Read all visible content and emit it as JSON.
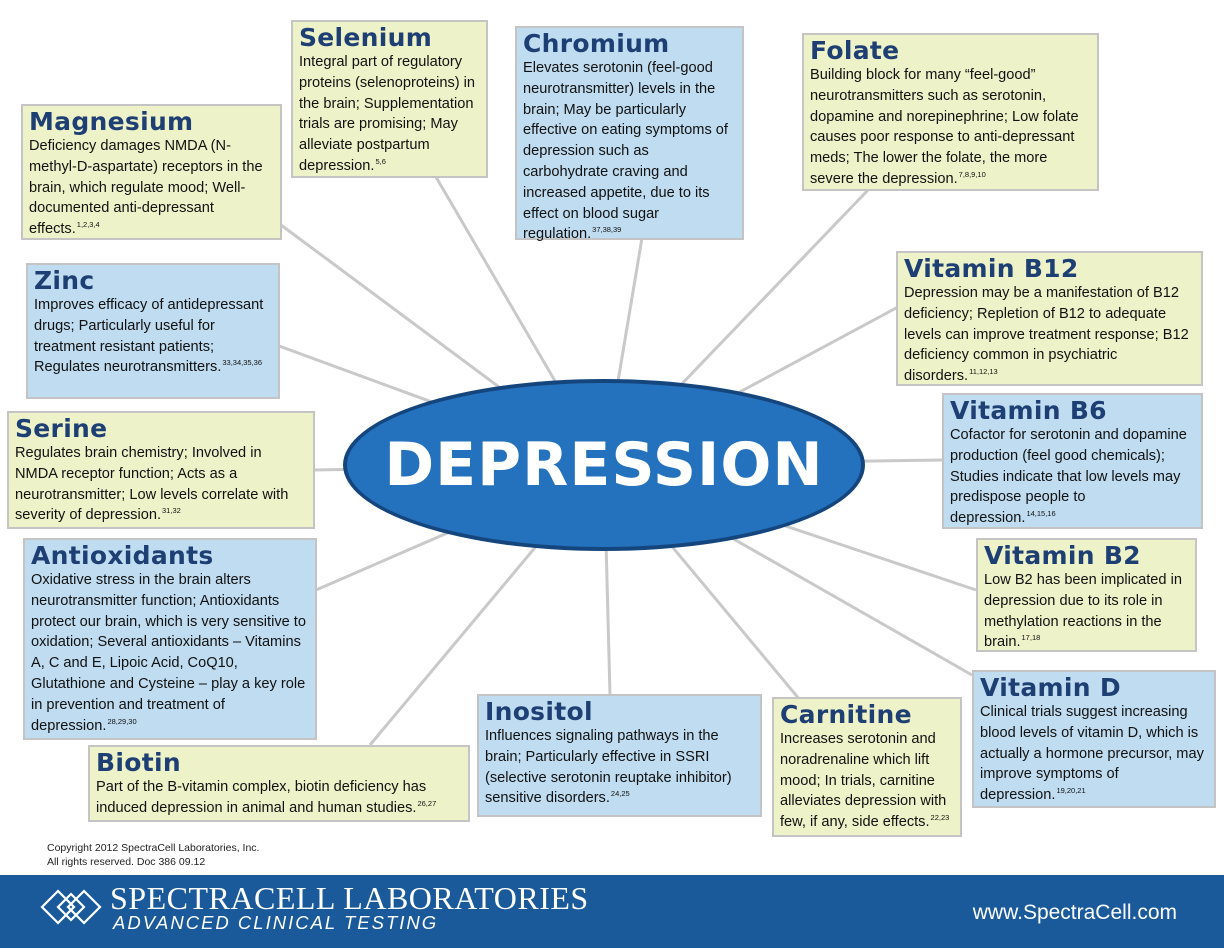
{
  "center": {
    "title": "DEPRESSION"
  },
  "nutrients": {
    "magnesium": {
      "title": "Magnesium",
      "text": "Deficiency damages NMDA (N-methyl-D-aspartate) receptors in the brain, which regulate mood; Well-documented anti-depressant effects.",
      "refs": "1,2,3,4"
    },
    "selenium": {
      "title": "Selenium",
      "text": "Integral part of regulatory proteins (selenoproteins) in the brain; Supplementation trials are promising; May alleviate postpartum depression.",
      "refs": "5,6"
    },
    "chromium": {
      "title": "Chromium",
      "text": "Elevates serotonin (feel-good neurotransmitter) levels in the brain; May be particularly effective on eating symptoms of depression such as carbohydrate craving and increased appetite, due to its effect on blood sugar regulation.",
      "refs": "37,38,39"
    },
    "folate": {
      "title": "Folate",
      "text": "Building block for many “feel-good” neurotransmitters such as serotonin, dopamine and norepinephrine; Low folate causes poor response to anti-depressant meds; The lower the folate, the more severe the depression.",
      "refs": "7,8,9,10"
    },
    "zinc": {
      "title": "Zinc",
      "text": "Improves efficacy of antidepressant drugs; Particularly useful for treatment resistant patients; Regulates neurotransmitters.",
      "refs": "33,34,35,36"
    },
    "vitamin_b12": {
      "title": "Vitamin B12",
      "text": "Depression may be a manifestation of B12 deficiency; Repletion of B12 to adequate levels can improve treatment response; B12 deficiency common in psychiatric disorders.",
      "refs": "11,12,13"
    },
    "serine": {
      "title": "Serine",
      "text": "Regulates brain chemistry; Involved in NMDA receptor function; Acts as a neurotransmitter; Low levels correlate with severity of depression.",
      "refs": "31,32"
    },
    "vitamin_b6": {
      "title": "Vitamin B6",
      "text": "Cofactor for serotonin and dopamine production (feel good chemicals); Studies indicate that low levels may predispose people to depression.",
      "refs": "14,15,16"
    },
    "antioxidants": {
      "title": "Antioxidants",
      "text": "Oxidative stress in the brain alters neurotransmitter function; Antioxidants protect our brain, which is very sensitive to oxidation; Several antioxidants – Vitamins A, C and E, Lipoic Acid, CoQ10, Glutathione and Cysteine – play a key role in prevention and treatment of depression.",
      "refs": "28,29,30"
    },
    "vitamin_b2": {
      "title": "Vitamin B2",
      "text": "Low B2 has been implicated in depression due to its role in methylation reactions in the brain.",
      "refs": "17,18"
    },
    "vitamin_d": {
      "title": "Vitamin D",
      "text": "Clinical trials suggest increasing blood levels of vitamin D, which is actually a hormone precursor, may improve symptoms of depression.",
      "refs": "19,20,21"
    },
    "biotin": {
      "title": "Biotin",
      "text": "Part of the B-vitamin complex, biotin deficiency has induced depression in animal and human studies.",
      "refs": "26,27"
    },
    "inositol": {
      "title": "Inositol",
      "text": "Influences signaling pathways in the brain; Particularly effective in SSRI (selective serotonin reuptake inhibitor) sensitive disorders.",
      "refs": "24,25"
    },
    "carnitine": {
      "title": "Carnitine",
      "text": "Increases serotonin and noradrenaline which lift mood; In trials, carnitine alleviates depression with few, if any, side effects.",
      "refs": "22,23"
    }
  },
  "copyright": {
    "line1": "Copyright 2012 SpectraCell Laboratories, Inc.",
    "line2": "All rights reserved. Doc 386 09.12"
  },
  "footer": {
    "company": "SPECTRACELL LABORATORIES",
    "tagline": "ADVANCED CLINICAL TESTING",
    "url": "www.SpectraCell.com"
  },
  "colors": {
    "green_box": "#eef2c8",
    "blue_box": "#bfdcf0",
    "heading": "#1d3f73",
    "ellipse": "#2471bd",
    "footer": "#1a5a9b"
  }
}
